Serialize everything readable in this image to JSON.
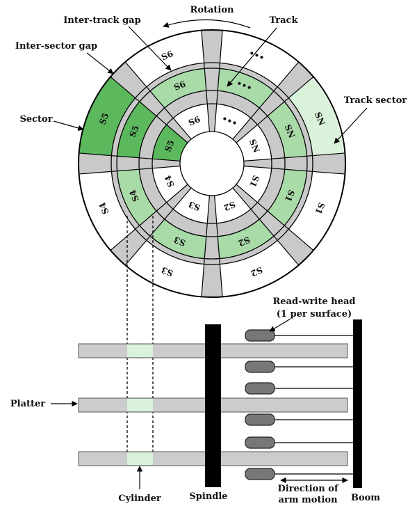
{
  "labels": {
    "rotation": "Rotation",
    "inter_track_gap": "Inter-track gap",
    "track": "Track",
    "inter_sector_gap": "Inter-sector gap",
    "sector": "Sector",
    "track_sector": "Track sector",
    "read_write_head_line1": "Read-write head",
    "read_write_head_line2": "(1 per surface)",
    "platter": "Platter",
    "cylinder": "Cylinder",
    "spindle": "Spindle",
    "direction_line1": "Direction of",
    "direction_line2": "arm motion",
    "boom": "Boom"
  },
  "disk": {
    "sectors": [
      {
        "outer": "S1",
        "middle": "S1",
        "inner": "S1"
      },
      {
        "outer": "S2",
        "middle": "S2",
        "inner": "S2"
      },
      {
        "outer": "S3",
        "middle": "S3",
        "inner": "S3"
      },
      {
        "outer": "S4",
        "middle": "S4",
        "inner": "S4"
      },
      {
        "outer": "S5",
        "middle": "S5",
        "inner": "S5"
      },
      {
        "outer": "S6",
        "middle": "S6",
        "inner": "S6"
      },
      {
        "outer": "•••",
        "middle": "•••",
        "inner": "•••"
      },
      {
        "outer": "SN",
        "middle": "SN",
        "inner": "SN"
      }
    ]
  },
  "colors": {
    "highlight_sector": "#5cb85c",
    "track_green": "#a9dba9",
    "track_sector": "#d9f2d9",
    "gap_gray": "#c9c9c9",
    "platter_gray": "#cccccc",
    "head_gray": "#777777"
  }
}
